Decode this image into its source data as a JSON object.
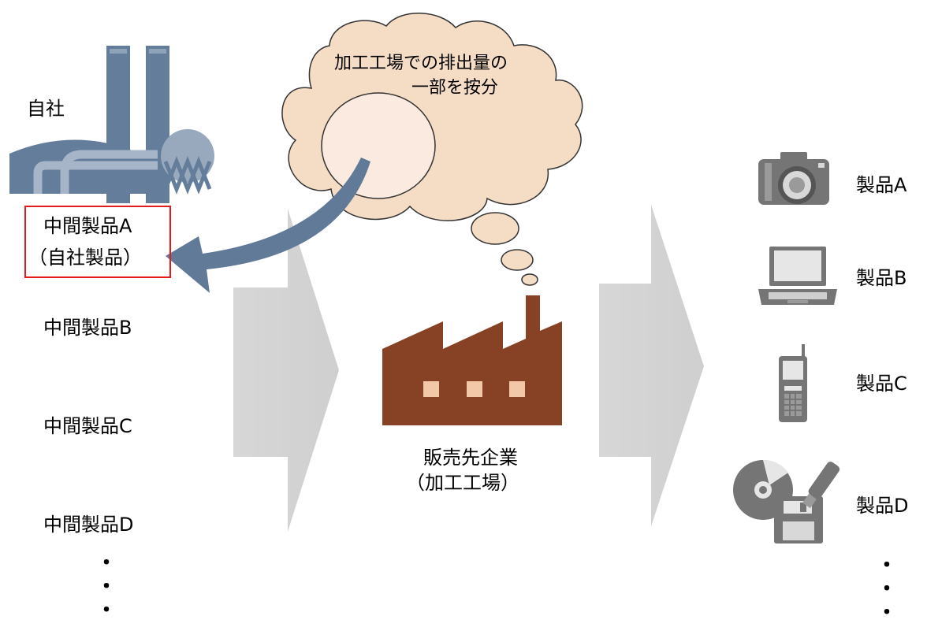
{
  "company_label": "自社",
  "intermediate_products": {
    "a_label": "中間製品A",
    "a_sub_label": "（自社製品）",
    "b_label": "中間製品B",
    "c_label": "中間製品C",
    "d_label": "中間製品D",
    "ellipsis": [
      "・",
      "・",
      "・"
    ]
  },
  "thought_bubble": {
    "line1": "加工工場での排出量の",
    "line2": "一部を按分"
  },
  "processing_plant": {
    "line1": "販売先企業",
    "line2": "（加工工場）"
  },
  "final_products": {
    "a_label": "製品A",
    "b_label": "製品B",
    "c_label": "製品C",
    "d_label": "製品D",
    "ellipsis": [
      "・",
      "・",
      "・"
    ]
  },
  "colors": {
    "highlight_box": "#e31b1b",
    "cloud_fill": "#f5dcc5",
    "cloud_inner": "#fbeadf",
    "arrow_blue": "#607a98",
    "factory_brown": "#874225",
    "window_tan": "#f3c8a8",
    "flow_arrow_gray": "#d4d4d4",
    "icon_gray": "#757575"
  },
  "icons": [
    "factory-plant-icon",
    "processing-factory-icon",
    "camera-icon",
    "laptop-icon",
    "mobile-phone-icon",
    "media-storage-icon"
  ]
}
